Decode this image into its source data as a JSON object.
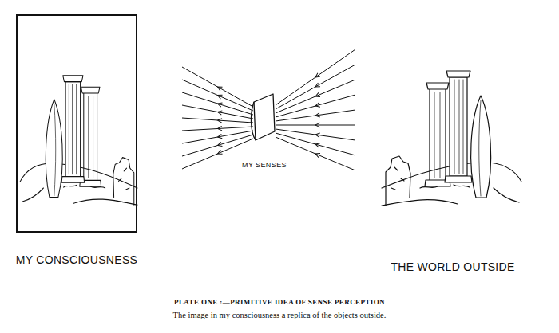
{
  "diagram": {
    "title": "PLATE ONE :—PRIMITIVE IDEA OF SENSE PERCEPTION",
    "caption": "The image in my consciousness a replica of the objects outside.",
    "nodes": [
      {
        "text": [
          "MY CONSCIOUSNESS"
        ]
      }
    ],
    "labels": [
      "MY SENSES",
      "THE WORLD OUTSIDE"
    ]
  }
}
